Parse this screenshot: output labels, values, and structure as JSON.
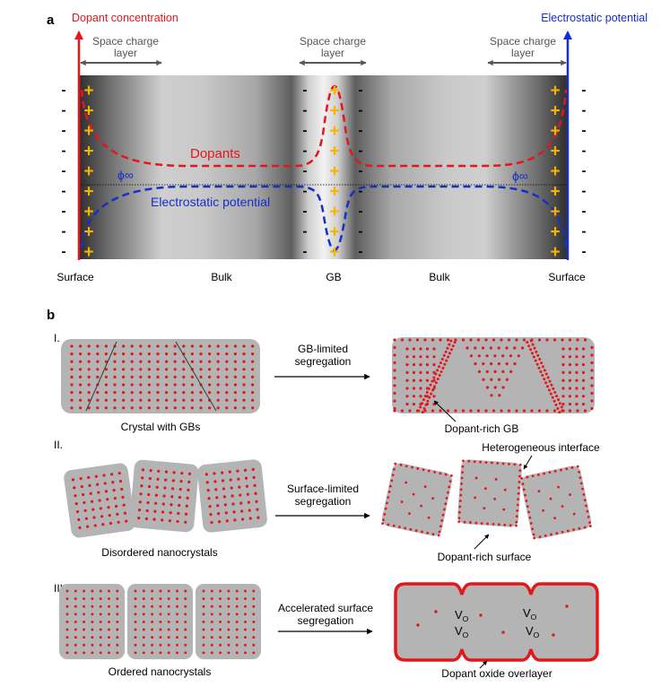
{
  "colors": {
    "dopant": "#e3171b",
    "potential": "#1530c8",
    "plus": "#f5b400",
    "grain": "#b4b4b4",
    "arrow": "#595959"
  },
  "panel_a": {
    "letter": "a",
    "left_axis_label": "Dopant concentration",
    "right_axis_label": "Electrostatic potential",
    "scl_left": [
      "Space charge",
      "layer"
    ],
    "scl_mid": [
      "Space charge",
      "layer"
    ],
    "scl_right": [
      "Space charge",
      "layer"
    ],
    "dopants_label": "Dopants",
    "potential_label": "Electrostatic potential",
    "phi_left": "ϕ∞",
    "phi_right": "ϕ∞",
    "plus_sign": "+",
    "minus_sign": "-",
    "bottom_labels": {
      "surface_left": "Surface",
      "bulk_left": "Bulk",
      "gb": "GB",
      "bulk_right": "Bulk",
      "surface_right": "Surface"
    }
  },
  "panel_b": {
    "letter": "b",
    "rows": [
      {
        "roman": "I.",
        "arrow_label": [
          "GB-limited",
          "segregation"
        ],
        "left_caption": "Crystal with GBs",
        "right_caption": "Dopant-rich GB"
      },
      {
        "roman": "II.",
        "arrow_label": [
          "Surface-limited",
          "segregation"
        ],
        "left_caption": "Disordered nanocrystals",
        "right_caption": "Dopant-rich surface",
        "right_top_caption": "Heterogeneous interface"
      },
      {
        "roman": "III.",
        "arrow_label": [
          "Accelerated surface",
          "segregation"
        ],
        "left_caption": "Ordered nanocrystals",
        "right_caption": "Dopant oxide overlayer",
        "vacancy_label": "V",
        "vacancy_sub": "O"
      }
    ]
  }
}
